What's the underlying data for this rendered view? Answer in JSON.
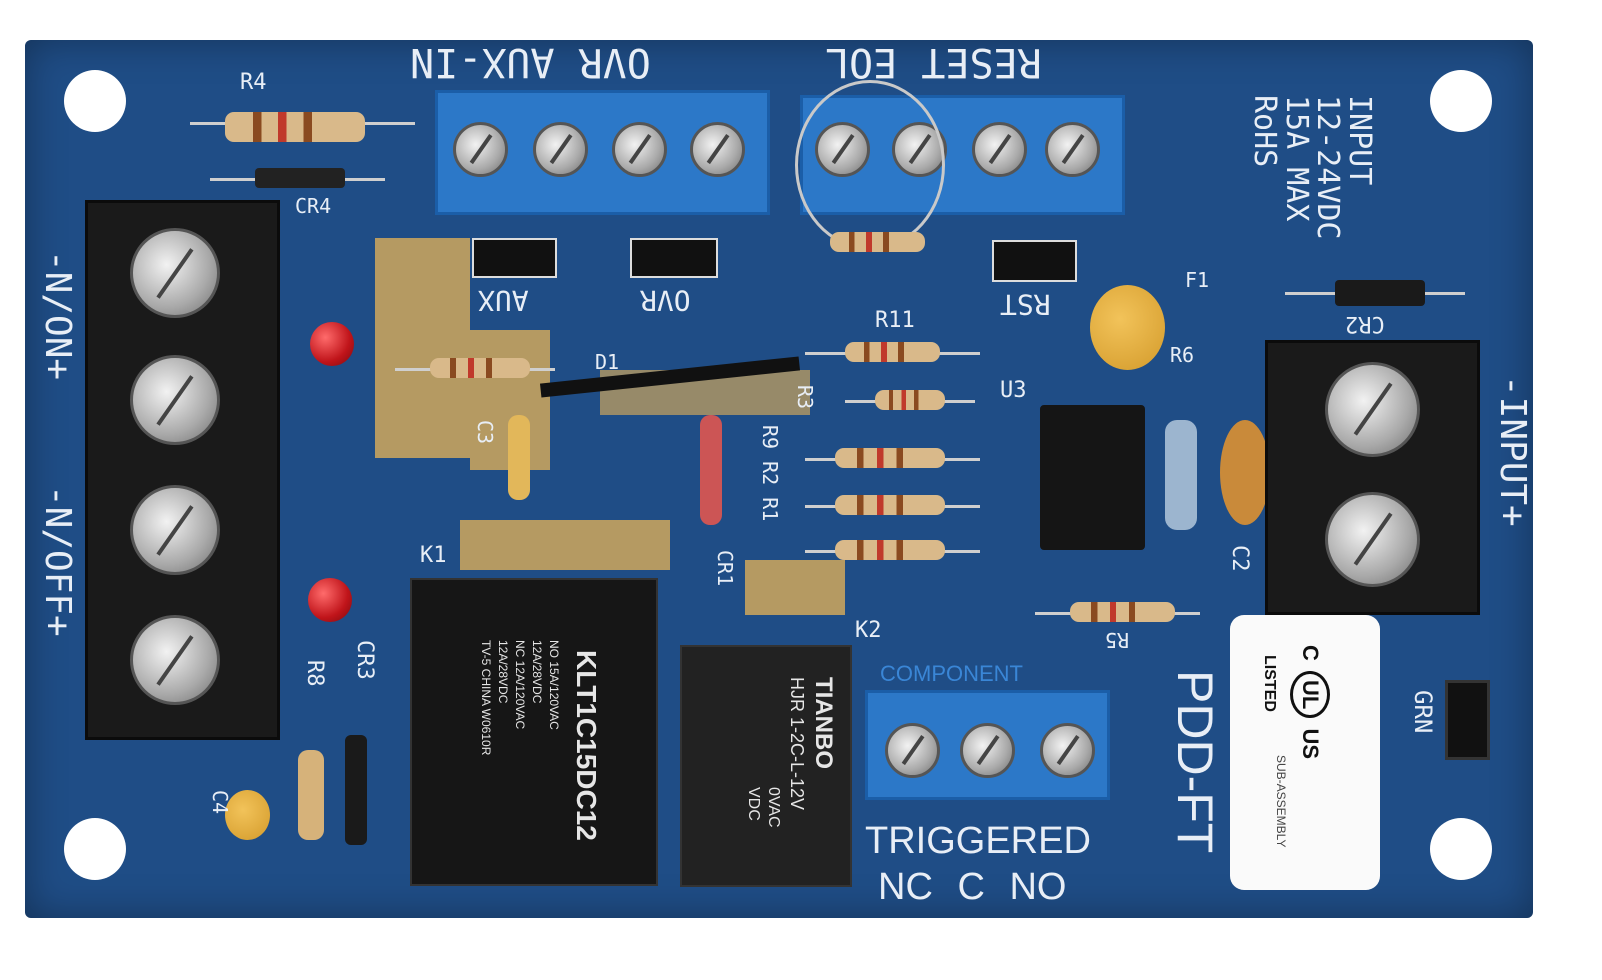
{
  "board": {
    "model": "PDD-FT",
    "input_spec": [
      "INPUT",
      "12-24VDC",
      "15A MAX",
      "RoHS"
    ],
    "top_labels": {
      "left": "OVR AUX-IN",
      "right": "RESET EOL"
    },
    "left_labels": {
      "on": "-N/ON+",
      "off": "-N/OFF+"
    },
    "right_label": "-INPUT+",
    "jumpers": {
      "aux": "AUX",
      "ovr": "OVR",
      "rst": "RST"
    },
    "output": {
      "component": "COMPONENT",
      "triggered": "TRIGGERED",
      "contacts": "NC C NO"
    },
    "grn": "GRN",
    "refs": {
      "r4": "R4",
      "cr4": "CR4",
      "r11": "R11",
      "u3": "U3",
      "r6": "R6",
      "f1": "F1",
      "cr2": "CR2",
      "c3": "C3",
      "d1": "D1",
      "r3": "R3",
      "r9r2r1": "R9 R2 R1",
      "k1": "K1",
      "cr1": "CR1",
      "k2": "K2",
      "c2": "C2",
      "r5": "R5",
      "r8": "R8",
      "cr3": "CR3",
      "c4": "C4"
    }
  },
  "relay_k1": {
    "model": "KLT1C15DC12",
    "lines": [
      "NO 15A/120VAC",
      "12A/28VDC",
      "NC 12A/120VAC",
      "12A/28VDC",
      "TV-5 CHINA W0610R"
    ]
  },
  "relay_k2": {
    "brand": "TIANBO",
    "model": "HJR 1-2C-L-12V",
    "lines": [
      "0VAC",
      "VDC"
    ]
  },
  "ul_label": {
    "listed": "LISTED",
    "sub": "SUB-ASSEMBLY",
    "mark": "UL",
    "c": "C",
    "us": "US"
  }
}
